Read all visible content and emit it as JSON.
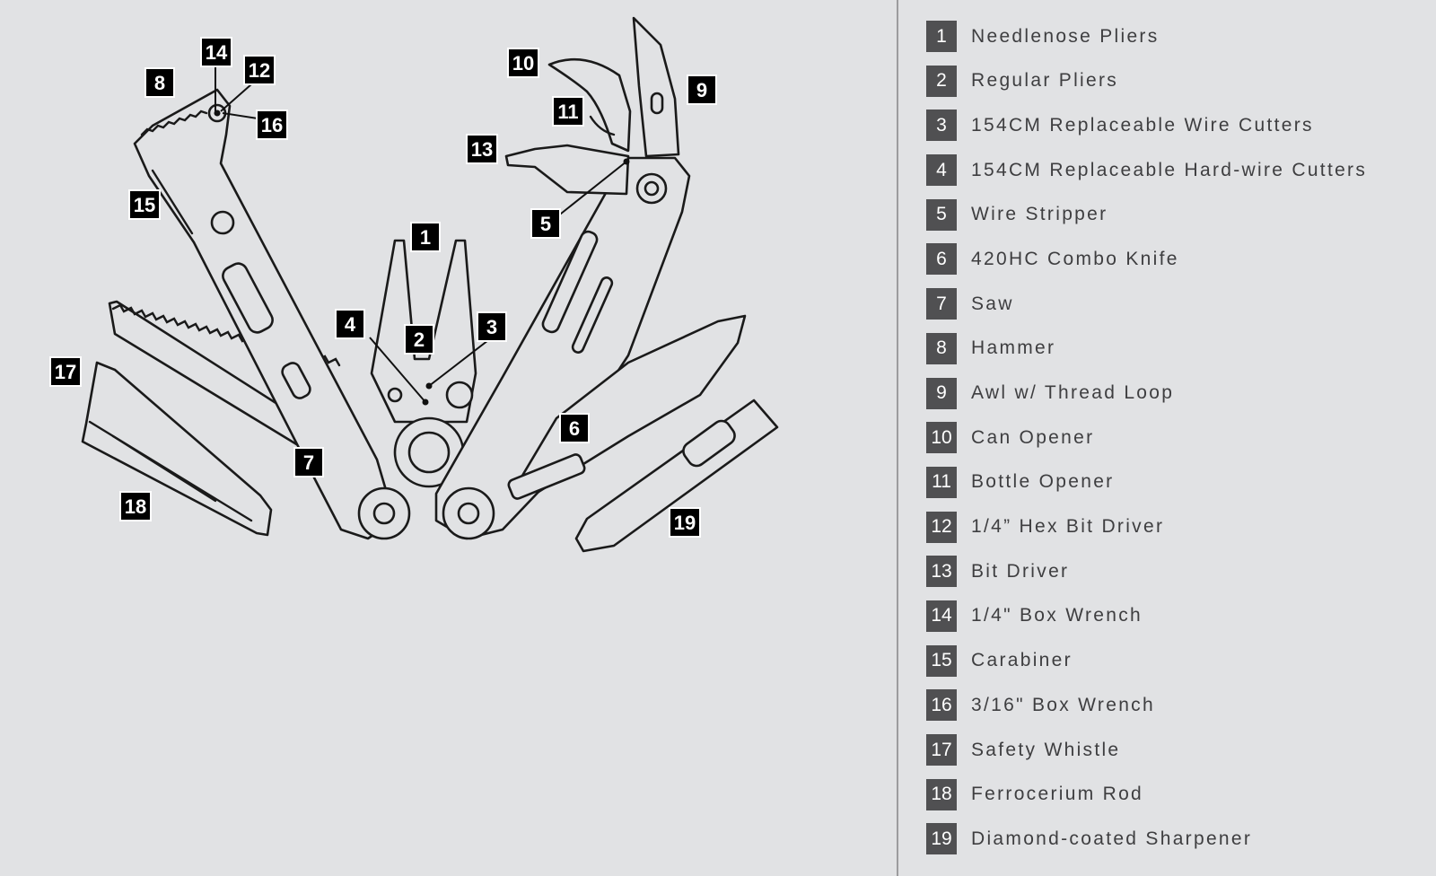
{
  "diagram": {
    "callouts": [
      {
        "number": "1"
      },
      {
        "number": "2"
      },
      {
        "number": "3"
      },
      {
        "number": "4"
      },
      {
        "number": "5"
      },
      {
        "number": "6"
      },
      {
        "number": "7"
      },
      {
        "number": "8"
      },
      {
        "number": "9"
      },
      {
        "number": "10"
      },
      {
        "number": "11"
      },
      {
        "number": "12"
      },
      {
        "number": "13"
      },
      {
        "number": "14"
      },
      {
        "number": "15"
      },
      {
        "number": "16"
      },
      {
        "number": "17"
      },
      {
        "number": "18"
      },
      {
        "number": "19"
      }
    ]
  },
  "legend": {
    "items": [
      {
        "number": "1",
        "label": "Needlenose Pliers"
      },
      {
        "number": "2",
        "label": "Regular Pliers"
      },
      {
        "number": "3",
        "label": "154CM Replaceable Wire Cutters"
      },
      {
        "number": "4",
        "label": "154CM Replaceable Hard-wire Cutters"
      },
      {
        "number": "5",
        "label": "Wire Stripper"
      },
      {
        "number": "6",
        "label": "420HC Combo Knife"
      },
      {
        "number": "7",
        "label": "Saw"
      },
      {
        "number": "8",
        "label": "Hammer"
      },
      {
        "number": "9",
        "label": "Awl w/ Thread Loop"
      },
      {
        "number": "10",
        "label": "Can Opener"
      },
      {
        "number": "11",
        "label": "Bottle Opener"
      },
      {
        "number": "12",
        "label": "1/4” Hex Bit Driver"
      },
      {
        "number": "13",
        "label": "Bit Driver"
      },
      {
        "number": "14",
        "label": "1/4\" Box Wrench"
      },
      {
        "number": "15",
        "label": "Carabiner"
      },
      {
        "number": "16",
        "label": "3/16\" Box Wrench"
      },
      {
        "number": "17",
        "label": "Safety Whistle"
      },
      {
        "number": "18",
        "label": "Ferrocerium Rod"
      },
      {
        "number": "19",
        "label": "Diamond-coated Sharpener"
      }
    ]
  },
  "colors": {
    "background": "#e1e2e4",
    "legend_badge": "#505052",
    "legend_text": "#3e3e40",
    "callout_box": "#000000",
    "line_art": "#1a1a1a"
  }
}
